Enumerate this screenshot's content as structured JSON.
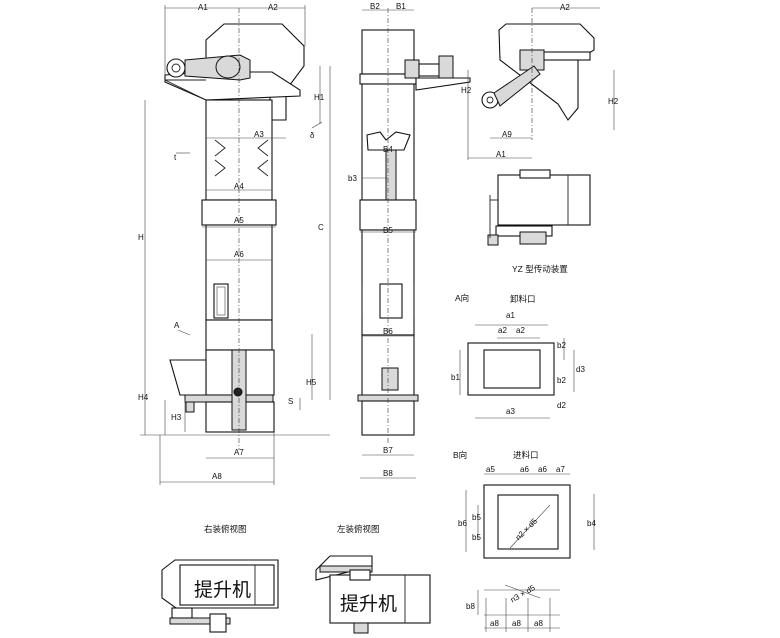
{
  "front_view": {
    "dims": [
      "A1",
      "A2",
      "A3",
      "A4",
      "A5",
      "A6",
      "A7",
      "A8",
      "H",
      "H1",
      "H3",
      "H4",
      "H5",
      "C",
      "t",
      "S",
      "δ"
    ],
    "marker_a": "A"
  },
  "side_view": {
    "dims": [
      "B2",
      "B1",
      "B4",
      "b3",
      "B5",
      "B6",
      "B7",
      "B8"
    ]
  },
  "drive_view": {
    "dims": [
      "A2",
      "H2",
      "H2",
      "A9",
      "A1"
    ],
    "caption": "YZ 型传动装置"
  },
  "outlet_view": {
    "direction": "A向",
    "caption": "卸料口",
    "dims": [
      "a1",
      "a2",
      "a2",
      "a3",
      "b1",
      "b2",
      "b2",
      "d3",
      "d2"
    ]
  },
  "inlet_view": {
    "direction": "B向",
    "caption": "进料口",
    "dims": [
      "a5",
      "a6",
      "a6",
      "a7",
      "b6",
      "b5",
      "b5",
      "b4",
      "n2 × d5"
    ]
  },
  "bolt_view": {
    "dims": [
      "b8",
      "n3 × d5",
      "a8",
      "a8",
      "a8"
    ]
  },
  "right_install": {
    "caption": "右装俯视图",
    "label": "提升机"
  },
  "left_install": {
    "caption": "左装俯视图",
    "label": "提升机"
  }
}
